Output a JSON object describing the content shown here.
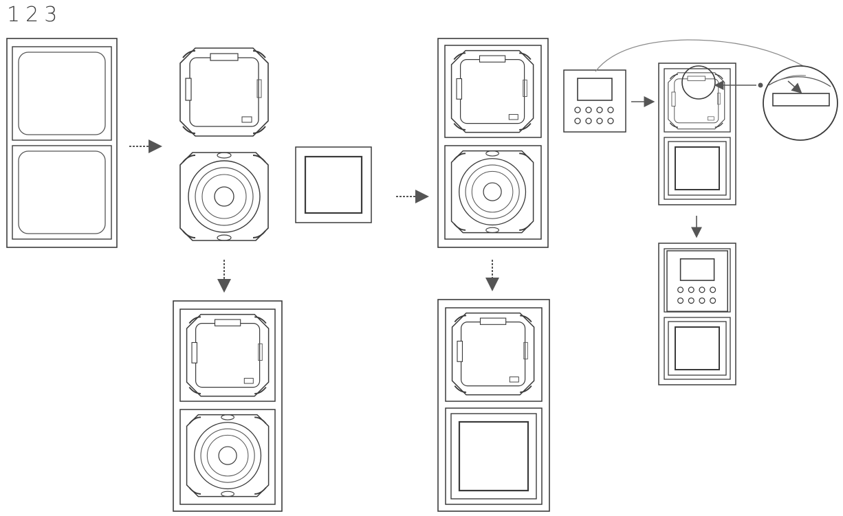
{
  "step_labels": [
    "1",
    "2",
    "3"
  ],
  "colors": {
    "line": "#3a3a3a",
    "light_line": "#8a8a8a",
    "arrow": "#555555",
    "fill": "#ffffff"
  },
  "icons": {
    "dashed_arrow": "dashed-arrow-icon",
    "solid_arrow": "arrow-icon",
    "magnifier": "magnifier-icon",
    "display": "display-icon",
    "buttons": "push-button-icon"
  }
}
